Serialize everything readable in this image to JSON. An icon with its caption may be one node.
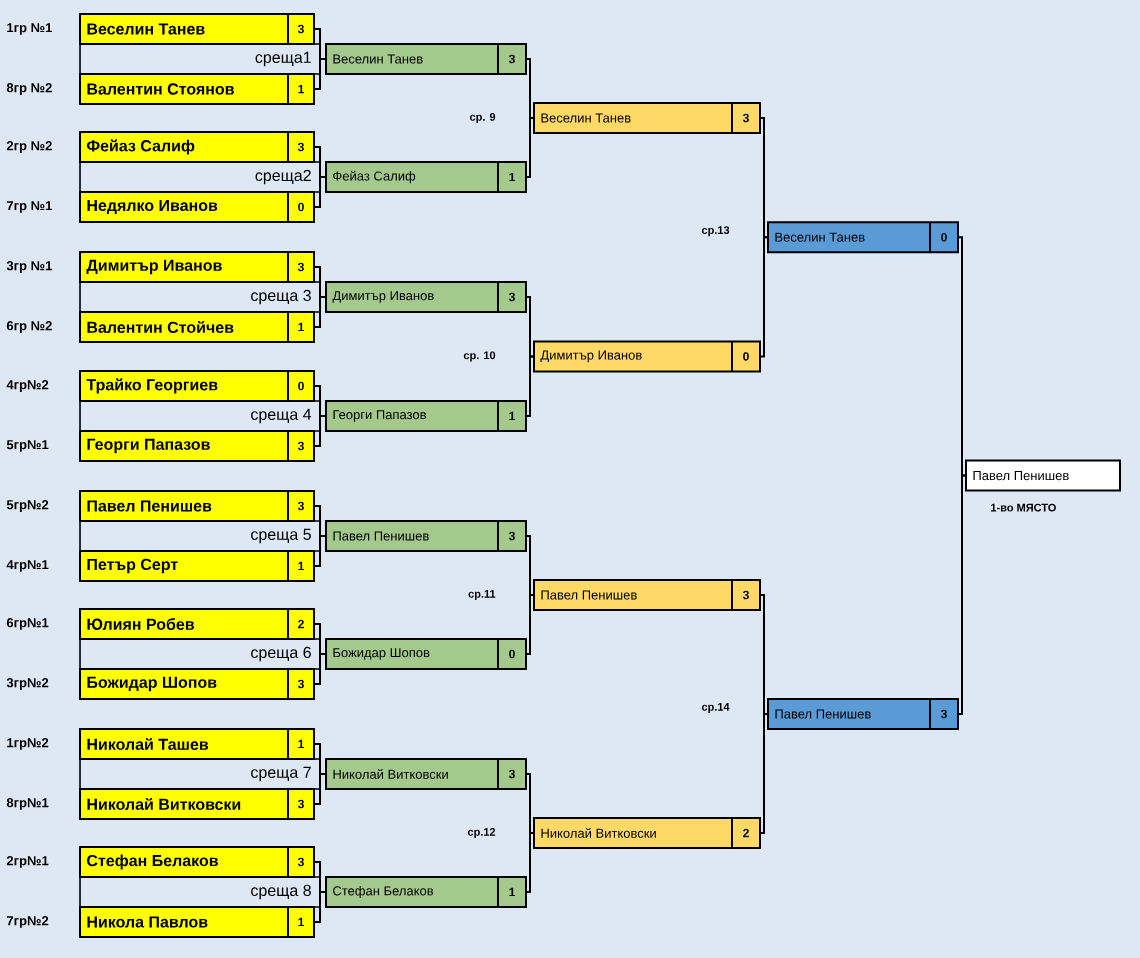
{
  "diagram": {
    "nodes": [
      {
        "text": [
          "Веселин Танев",
          "3"
        ],
        "beside": [
          "1гр №1"
        ]
      },
      {
        "text": [
          "Валентин Стоянов",
          "1"
        ],
        "beside": [
          "8гр №2"
        ]
      },
      {
        "text": [
          "Фейаз Салиф",
          "3"
        ],
        "beside": [
          "2гр №2"
        ]
      },
      {
        "text": [
          "Недялко Иванов",
          "0"
        ],
        "beside": [
          "7гр №1"
        ]
      },
      {
        "text": [
          "Димитър Иванов",
          "3"
        ],
        "beside": [
          "3гр №1"
        ]
      },
      {
        "text": [
          "Валентин Стойчев",
          "1"
        ],
        "beside": [
          "6гр №2"
        ]
      },
      {
        "text": [
          "Трайко Георгиев",
          "0"
        ],
        "beside": [
          "4гр№2"
        ]
      },
      {
        "text": [
          "Георги Папазов",
          "3"
        ],
        "beside": [
          "5гр№1"
        ]
      },
      {
        "text": [
          "Павел Пенишев",
          "3"
        ],
        "beside": [
          "5гр№2"
        ]
      },
      {
        "text": [
          "Петър Серт",
          "1"
        ],
        "beside": [
          "4гр№1"
        ]
      },
      {
        "text": [
          "Юлиян Робев",
          "2"
        ],
        "beside": [
          "6гр№1"
        ]
      },
      {
        "text": [
          "Божидар Шопов",
          "3"
        ],
        "beside": [
          "3гр№2"
        ]
      },
      {
        "text": [
          "Николай Ташев",
          "1"
        ],
        "beside": [
          "1гр№2"
        ]
      },
      {
        "text": [
          "Николай Витковски",
          "3"
        ],
        "beside": [
          "8гр№1"
        ]
      },
      {
        "text": [
          "Стефан Белаков",
          "3"
        ],
        "beside": [
          "2гр№1"
        ]
      },
      {
        "text": [
          "Никола Павлов",
          "1"
        ],
        "beside": [
          "7гр№2"
        ]
      },
      {
        "text": [
          "Веселин Танев",
          "3"
        ]
      },
      {
        "text": [
          "Фейаз Салиф",
          "1"
        ]
      },
      {
        "text": [
          "Димитър Иванов",
          "3"
        ]
      },
      {
        "text": [
          "Георги Папазов",
          "1"
        ]
      },
      {
        "text": [
          "Павел Пенишев",
          "3"
        ]
      },
      {
        "text": [
          "Божидар Шопов",
          "0"
        ]
      },
      {
        "text": [
          "Николай Витковски",
          "3"
        ]
      },
      {
        "text": [
          "Стефан Белаков",
          "1"
        ]
      },
      {
        "text": [
          "Веселин Танев",
          "3"
        ]
      },
      {
        "text": [
          "Димитър Иванов",
          "0"
        ]
      },
      {
        "text": [
          "Павел Пенишев",
          "3"
        ]
      },
      {
        "text": [
          "Николай Витковски",
          "2"
        ]
      },
      {
        "text": [
          "Веселин Танев",
          "0"
        ]
      },
      {
        "text": [
          "Павел Пенишев",
          "3"
        ]
      },
      {
        "text": [
          "Павел Пенишев"
        ],
        "beside": [
          "1-во МЯСТО"
        ]
      }
    ],
    "edges": [
      {
        "from": 0,
        "to": 16,
        "arrow": "none"
      },
      {
        "from": 1,
        "to": 16,
        "arrow": "none"
      },
      {
        "from": 2,
        "to": 17,
        "arrow": "none"
      },
      {
        "from": 3,
        "to": 17,
        "arrow": "none"
      },
      {
        "from": 4,
        "to": 18,
        "arrow": "none"
      },
      {
        "from": 5,
        "to": 18,
        "arrow": "none"
      },
      {
        "from": 6,
        "to": 19,
        "arrow": "none"
      },
      {
        "from": 7,
        "to": 19,
        "arrow": "none"
      },
      {
        "from": 8,
        "to": 20,
        "arrow": "none"
      },
      {
        "from": 9,
        "to": 20,
        "arrow": "none"
      },
      {
        "from": 10,
        "to": 21,
        "arrow": "none"
      },
      {
        "from": 11,
        "to": 21,
        "arrow": "none"
      },
      {
        "from": 12,
        "to": 22,
        "arrow": "none"
      },
      {
        "from": 13,
        "to": 22,
        "arrow": "none"
      },
      {
        "from": 14,
        "to": 23,
        "arrow": "none"
      },
      {
        "from": 15,
        "to": 23,
        "arrow": "none"
      },
      {
        "from": 16,
        "to": 24,
        "arrow": "none"
      },
      {
        "from": 17,
        "to": 24,
        "arrow": "none"
      },
      {
        "from": 18,
        "to": 25,
        "arrow": "none"
      },
      {
        "from": 19,
        "to": 25,
        "arrow": "none"
      },
      {
        "from": 20,
        "to": 26,
        "arrow": "none"
      },
      {
        "from": 21,
        "to": 26,
        "arrow": "none"
      },
      {
        "from": 22,
        "to": 27,
        "arrow": "none"
      },
      {
        "from": 23,
        "to": 27,
        "arrow": "none"
      },
      {
        "from": 24,
        "to": 28,
        "arrow": "none"
      },
      {
        "from": 25,
        "to": 28,
        "arrow": "none"
      },
      {
        "from": 26,
        "to": 29,
        "arrow": "none"
      },
      {
        "from": 27,
        "to": 29,
        "arrow": "none"
      },
      {
        "from": 28,
        "to": 30,
        "arrow": "none"
      },
      {
        "from": 29,
        "to": 30,
        "arrow": "none"
      }
    ],
    "labels": [
      "среща1",
      "среща2",
      "среща 3",
      "среща 4",
      "среща 5",
      "среща 6",
      "среща 7",
      "среща 8",
      "ср. 9",
      "ср. 10",
      "ср.11",
      "ср.12",
      "ср.13",
      "ср.14"
    ]
  }
}
